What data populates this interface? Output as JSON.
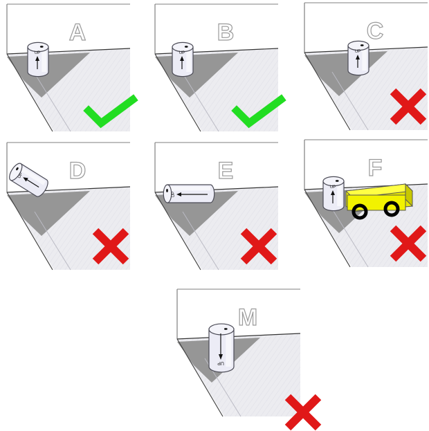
{
  "colors": {
    "floor_light": "#ebebef",
    "floor_dark": "#969696",
    "wall": "#ffffff",
    "wall_edge": "#7f7f7f",
    "cylinder_fill": "#ececf6",
    "cylinder_stroke": "#4a4a55",
    "check": "#22dd22",
    "cross": "#e01818",
    "cart_body": "#f2f200",
    "cart_wheel": "#000000",
    "panel_letter_fill": "#ffffff",
    "panel_letter_stroke": "#9a9a9a"
  },
  "panels": [
    {
      "letter": "A",
      "cylinder_label": "UP",
      "cylinder_pose": "upright",
      "verdict": "correct",
      "has_cart": false
    },
    {
      "letter": "B",
      "cylinder_label": "UP",
      "cylinder_pose": "upright",
      "verdict": "correct",
      "has_cart": false
    },
    {
      "letter": "C",
      "cylinder_label": "UP",
      "cylinder_pose": "upright",
      "verdict": "incorrect",
      "has_cart": false
    },
    {
      "letter": "D",
      "cylinder_label": "UP",
      "cylinder_pose": "tilted",
      "verdict": "incorrect",
      "has_cart": false
    },
    {
      "letter": "E",
      "cylinder_label": "UP",
      "cylinder_pose": "lying",
      "verdict": "incorrect",
      "has_cart": false
    },
    {
      "letter": "F",
      "cylinder_label": "UP",
      "cylinder_pose": "upright",
      "verdict": "incorrect",
      "has_cart": true
    },
    {
      "letter": "M",
      "cylinder_label": "UP",
      "cylinder_pose": "upside-down",
      "verdict": "incorrect",
      "has_cart": false
    }
  ]
}
